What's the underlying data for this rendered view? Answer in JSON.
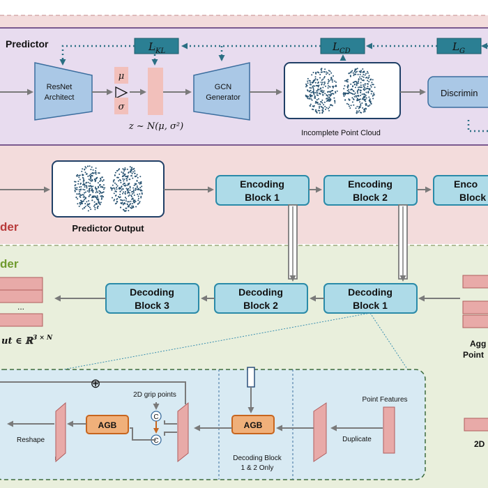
{
  "predictor": {
    "title": "Predictor",
    "loss_kl": "L",
    "loss_kl_sub": "KL",
    "loss_cd": "L",
    "loss_cd_sub": "CD",
    "loss_g": "L",
    "loss_g_sub": "G",
    "resnet_line1": "ResNet",
    "resnet_line2": "Architect",
    "mu": "μ",
    "sigma": "σ",
    "latent_formula": "z ~ N(μ, σ²)",
    "gcn_line1": "GCN",
    "gcn_line2": "Generator",
    "cloud_caption": "Incomplete Point Cloud",
    "discriminator": "Discrimin"
  },
  "encoder": {
    "title_fragment": "der",
    "predictor_output": "Predictor Output",
    "blocks": [
      {
        "line1": "Encoding",
        "line2": "Block 1"
      },
      {
        "line1": "Encoding",
        "line2": "Block 2"
      },
      {
        "line1": "Enco",
        "line2": "Block"
      }
    ]
  },
  "decoder": {
    "title_fragment": "der",
    "blocks": [
      {
        "line1": "Decoding",
        "line2": "Block 3"
      },
      {
        "line1": "Decoding",
        "line2": "Block 2"
      },
      {
        "line1": "Decoding",
        "line2": "Block 1"
      }
    ],
    "output_ellipsis": "...",
    "output_label": "ut ∈ ℝ",
    "output_sup": "3 × N",
    "right_label_line1": "Agg",
    "right_label_line2": "Point",
    "right_bottom_label": "2D"
  },
  "detail": {
    "plus": "⊕",
    "grip_points": "2D grip points",
    "agb_left": "AGB",
    "agb_mid": "AGB",
    "concat1": "C",
    "concat2": "C",
    "reshape": "Reshape",
    "decoding_note_line1": "Decoding Block",
    "decoding_note_line2": "1 & 2 Only",
    "point_features": "Point Features",
    "duplicate": "Duplicate"
  },
  "colors": {
    "predictor_bg": "#e8dcef",
    "encoder_bg": "#f3dcdc",
    "decoder_bg": "#e9efdc",
    "block_fill": "#aedbe8",
    "block_stroke": "#2a8aa8",
    "loss_fill": "#2b7f93",
    "agb_fill": "#f0b07a",
    "agb_stroke": "#c7651e",
    "feature_fill": "#e8aaa8",
    "encoder_title": "#b83a3a",
    "decoder_title": "#6f9a2e",
    "detail_bg": "#d8eaf3"
  }
}
